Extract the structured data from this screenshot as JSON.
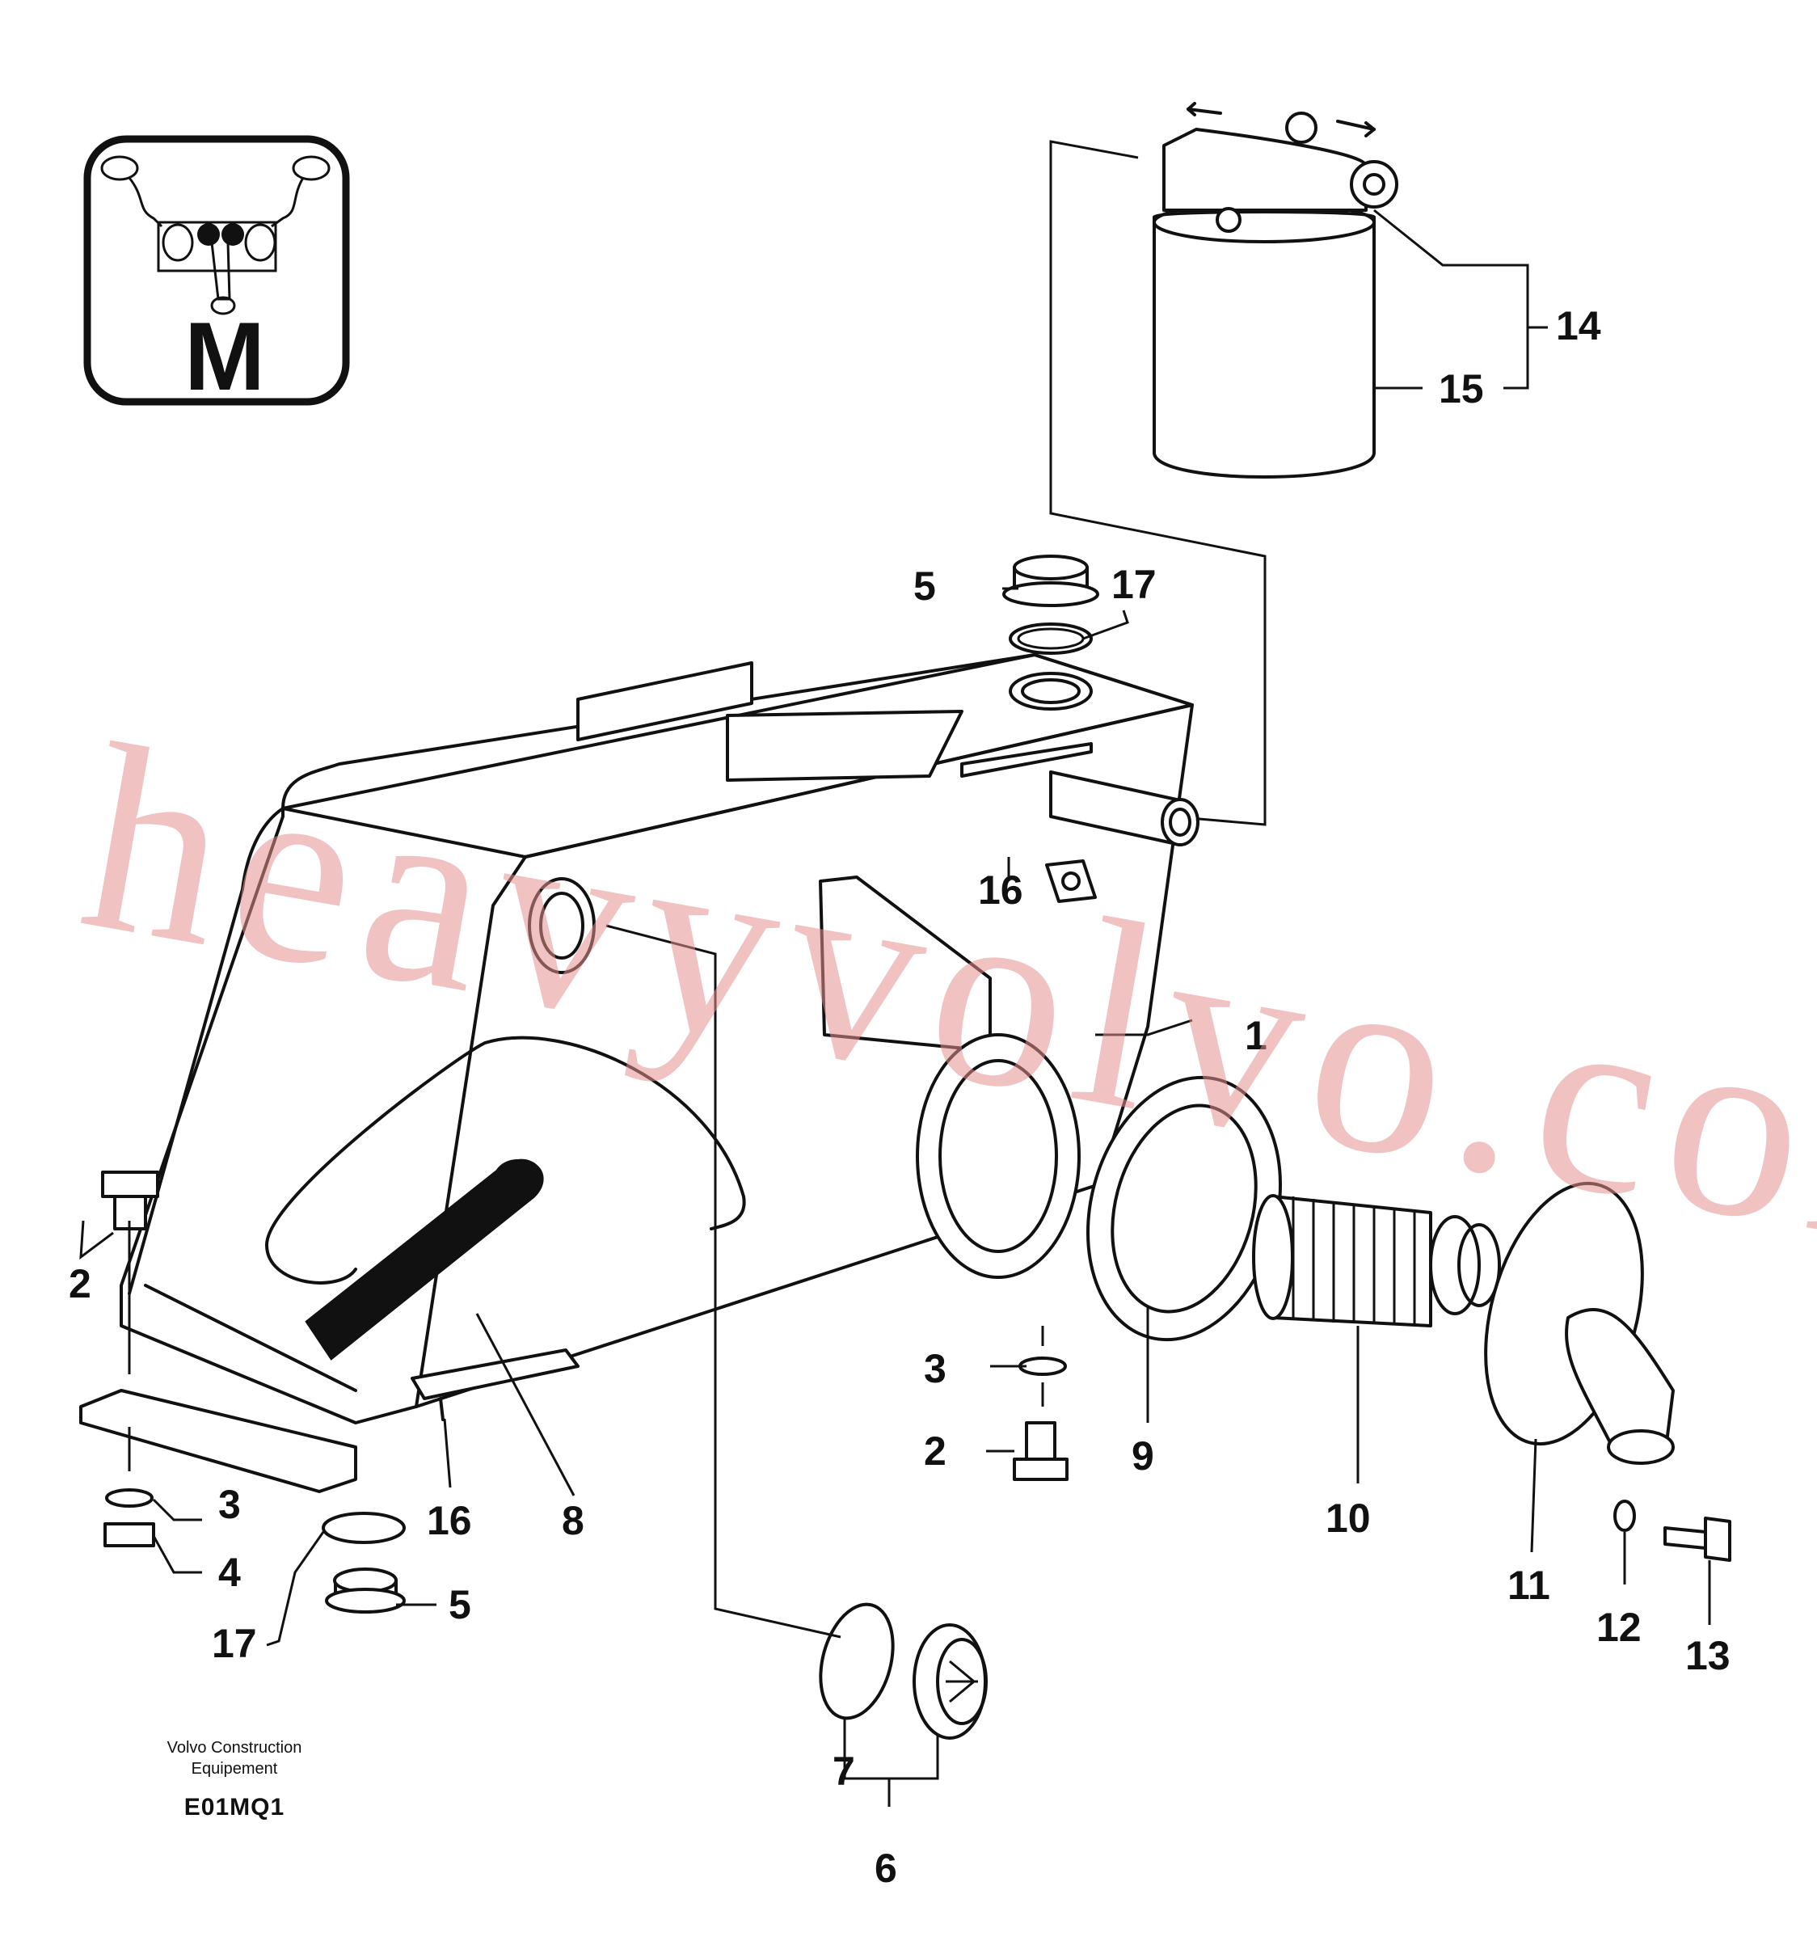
{
  "badge": {
    "letter": "M",
    "icon": "joystick-controls-icon"
  },
  "watermark": "heavyvolvo.com",
  "footer": {
    "company_line1": "Volvo Construction",
    "company_line2": "Equipement",
    "drawing_code": "E01MQ1"
  },
  "callouts": {
    "c1": "1",
    "c2a": "2",
    "c2b": "2",
    "c3a": "3",
    "c3b": "3",
    "c4": "4",
    "c5a": "5",
    "c5b": "5",
    "c6": "6",
    "c7": "7",
    "c8": "8",
    "c9": "9",
    "c10": "10",
    "c11": "11",
    "c12": "12",
    "c13": "13",
    "c14": "14",
    "c15": "15",
    "c16a": "16",
    "c16b": "16",
    "c17a": "17",
    "c17b": "17"
  }
}
